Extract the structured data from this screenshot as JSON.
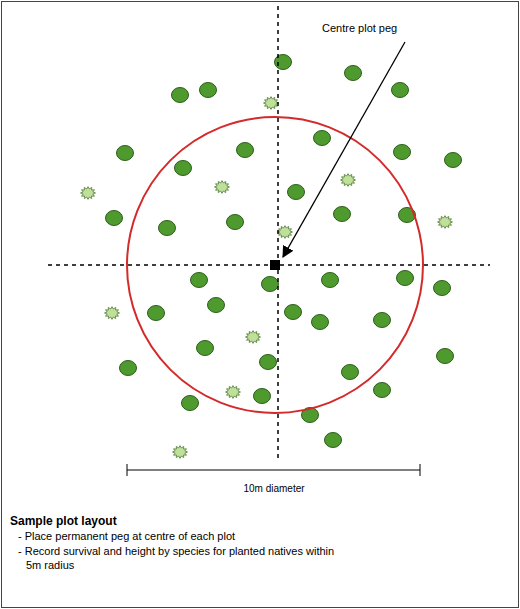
{
  "diagram": {
    "labels": [
      "Centre plot peg",
      "10m diameter",
      "Sample plot layout",
      "- Place permanent peg at centre of each plot",
      "- Record survival and height by species for planted natives within 5m radius"
    ]
  }
}
